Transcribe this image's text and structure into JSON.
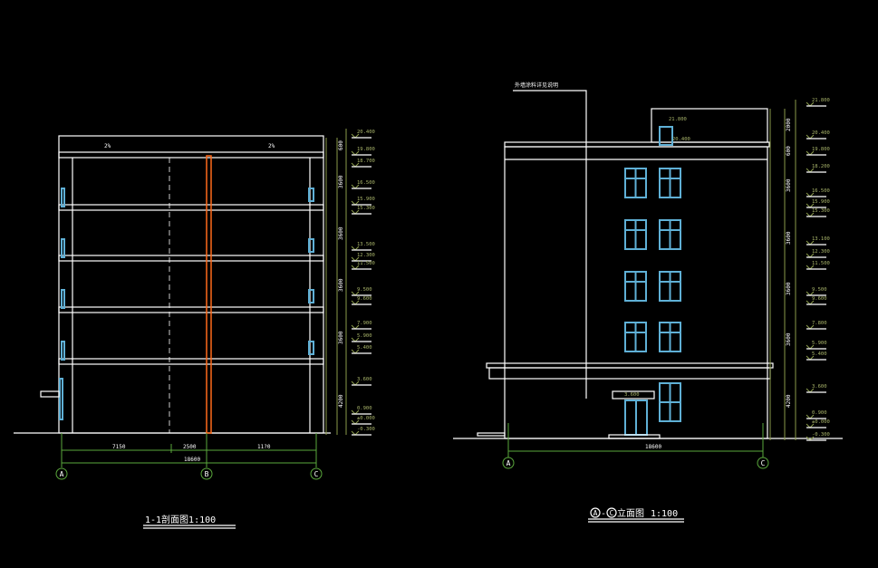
{
  "section": {
    "title": "1-1剖面图1:100",
    "roof_slope_left": "2%",
    "roof_slope_right": "2%",
    "axes": [
      "A",
      "B",
      "C"
    ],
    "dims": [
      "7150",
      "2500",
      "11?0"
    ],
    "total_dim": "18600",
    "levels": [
      "20.400",
      "19.800",
      "18.700",
      "16.500",
      "15.900",
      "15.300",
      "13.500",
      "12.300",
      "11.500",
      "9.500",
      "9.600",
      "7.900",
      "5.900",
      "5.400",
      "3.600",
      "0.900",
      "±0.000",
      "-0.300"
    ],
    "story_dims": [
      "600",
      "3600",
      "3600",
      "3600",
      "3600",
      "4200"
    ]
  },
  "elevation": {
    "title_prefix": "A",
    "title_mid": "C",
    "title_text": "立面图",
    "scale": "1:100",
    "note": "外墙涂料详见说明",
    "axes": [
      "A",
      "C"
    ],
    "total_dim": "18600",
    "canopy_level": "3.600",
    "stair_levels": [
      "21.800",
      "20.400"
    ],
    "levels": [
      "21.800",
      "20.400",
      "19.800",
      "18.200",
      "16.500",
      "15.900",
      "15.300",
      "13.100",
      "12.300",
      "11.500",
      "9.500",
      "9.600",
      "7.800",
      "5.900",
      "5.400",
      "3.600",
      "0.900",
      "±0.000",
      "-0.300"
    ],
    "story_dims": [
      "2000",
      "600",
      "3600",
      "3600",
      "3600",
      "3600",
      "4200"
    ]
  },
  "colors": {
    "line": "#ffffff",
    "grid": "#5aa83c",
    "dim": "#8a9a4a",
    "window": "#5fb0d6",
    "column": "#ff6a1a"
  }
}
